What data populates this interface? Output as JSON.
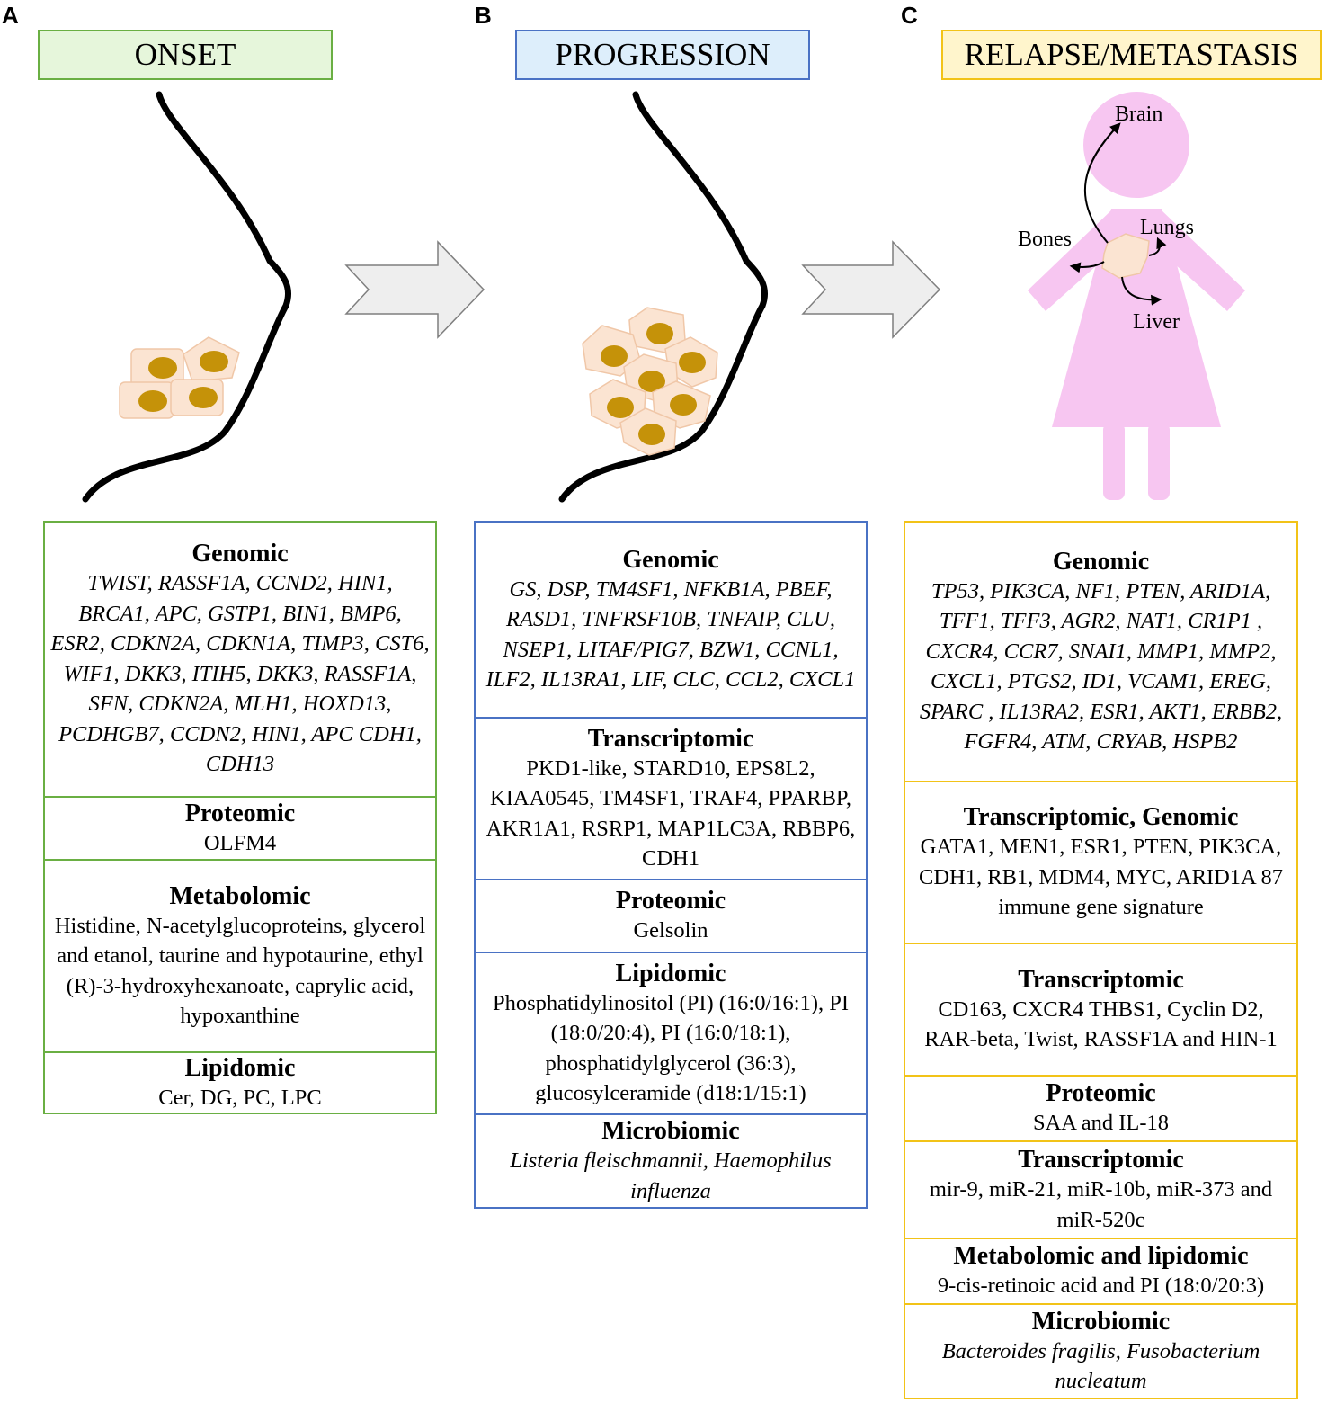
{
  "columns": [
    {
      "letter": "A",
      "header": "ONSET",
      "sections": [
        {
          "title": "Genomic",
          "italic": true,
          "body": "TWIST, RASSF1A, CCND2, HIN1, BRCA1, APC, GSTP1, BIN1, BMP6, ESR2, CDKN2A, CDKN1A, TIMP3, CST6, WIF1, DKK3, ITIH5, DKK3, RASSF1A, SFN, CDKN2A, MLH1, HOXD13, PCDHGB7, CCDN2, HIN1, APC CDH1, CDH13"
        },
        {
          "title": "Proteomic",
          "italic": false,
          "body": "OLFM4"
        },
        {
          "title": "Metabolomic",
          "italic": false,
          "body": "Histidine, N-acetylglucoproteins, glycerol and etanol, taurine and hypotaurine, ethyl (R)-3-hydroxyhexanoate, caprylic acid, hypoxanthine"
        },
        {
          "title": "Lipidomic",
          "italic": false,
          "body": "Cer, DG, PC, LPC"
        }
      ]
    },
    {
      "letter": "B",
      "header": "PROGRESSION",
      "sections": [
        {
          "title": "Genomic",
          "italic": true,
          "body": "GS, DSP, TM4SF1, NFKB1A, PBEF, RASD1, TNFRSF10B, TNFAIP, CLU, NSEP1, LITAF/PIG7, BZW1, CCNL1, ILF2, IL13RA1, LIF, CLC, CCL2, CXCL1"
        },
        {
          "title": "Transcriptomic",
          "italic": false,
          "body": "PKD1-like, STARD10, EPS8L2, KIAA0545, TM4SF1, TRAF4, PPARBP, AKR1A1, RSRP1, MAP1LC3A, RBBP6, CDH1"
        },
        {
          "title": "Proteomic",
          "italic": false,
          "body": "Gelsolin"
        },
        {
          "title": "Lipidomic",
          "italic": false,
          "body": "Phosphatidylinositol (PI) (16:0/16:1), PI (18:0/20:4), PI (16:0/18:1), phosphatidylglycerol (36:3), glucosylceramide (d18:1/15:1)"
        },
        {
          "title": "Microbiomic",
          "italic": true,
          "body": "Listeria fleischmannii, Haemophilus influenza"
        }
      ]
    },
    {
      "letter": "C",
      "header": "RELAPSE/METASTASIS",
      "sections": [
        {
          "title": "Genomic",
          "italic": true,
          "body": "TP53, PIK3CA, NF1, PTEN, ARID1A, TFF1, TFF3, AGR2, NAT1, CR1P1 , CXCR4, CCR7, SNAI1, MMP1, MMP2, CXCL1, PTGS2, ID1, VCAM1, EREG, SPARC , IL13RA2, ESR1, AKT1, ERBB2, FGFR4, ATM, CRYAB, HSPB2"
        },
        {
          "title": "Transcriptomic, Genomic",
          "italic": false,
          "body": "GATA1, MEN1, ESR1, PTEN, PIK3CA, CDH1, RB1, MDM4, MYC, ARID1A 87 immune gene signature"
        },
        {
          "title": "Transcriptomic",
          "italic": false,
          "body": "CD163, CXCR4 THBS1, Cyclin D2, RAR-beta, Twist, RASSF1A and HIN-1"
        },
        {
          "title": "Proteomic",
          "italic": false,
          "body": "SAA and IL-18"
        },
        {
          "title": "Transcriptomic",
          "italic": false,
          "body": "mir-9, miR-21, miR-10b, miR-373 and miR-520c"
        },
        {
          "title": "Metabolomic and lipidomic",
          "italic": false,
          "body": "9-cis-retinoic acid and PI (18:0/20:3)"
        },
        {
          "title": "Microbiomic",
          "italic": true,
          "body": "Bacteroides fragilis, Fusobacterium nucleatum"
        }
      ]
    }
  ],
  "figure": {
    "labels": {
      "brain": "Brain",
      "lungs": "Lungs",
      "bones": "Bones",
      "liver": "Liver"
    },
    "colors": {
      "onset": "#6aaf43",
      "progression": "#4a72c4",
      "relapse": "#f2c318",
      "woman": "#f7c6f1",
      "cell_fill": "#fbe4d2",
      "nucleus": "#c59209",
      "arrow_fill": "#eeeeee"
    }
  }
}
